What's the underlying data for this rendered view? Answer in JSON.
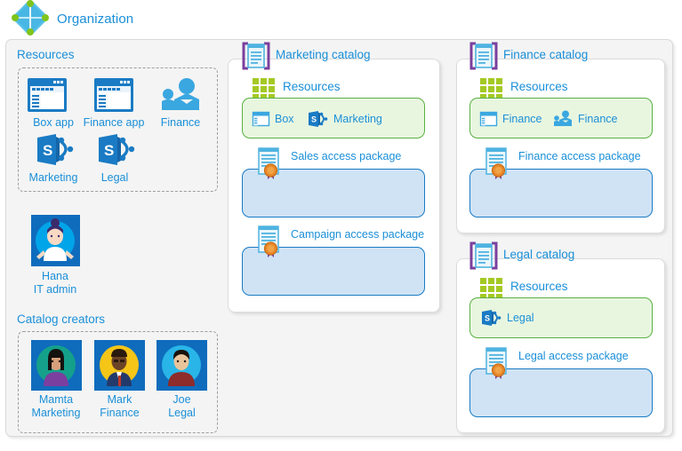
{
  "diagram": {
    "title": "Organization",
    "org_icon": "azure-active-directory-icon"
  },
  "org_resources": {
    "label": "Resources",
    "items": [
      {
        "label": "Box app",
        "icon": "app-window-icon"
      },
      {
        "label": "Finance app",
        "icon": "app-window-icon"
      },
      {
        "label": "Finance",
        "icon": "group-people-icon"
      },
      {
        "label": "Marketing",
        "icon": "sharepoint-icon"
      },
      {
        "label": "Legal",
        "icon": "sharepoint-icon"
      }
    ]
  },
  "it_admin": {
    "name": "Hana",
    "role": "IT admin",
    "icon": "avatar-hana-icon"
  },
  "catalog_creators": {
    "label": "Catalog creators",
    "people": [
      {
        "name": "Mamta",
        "role": "Marketing",
        "icon": "avatar-mamta-icon"
      },
      {
        "name": "Mark",
        "role": "Finance",
        "icon": "avatar-mark-icon"
      },
      {
        "name": "Joe",
        "role": "Legal",
        "icon": "avatar-joe-icon"
      }
    ]
  },
  "catalogs": [
    {
      "title": "Marketing catalog",
      "icon": "catalog-icon",
      "resources_label": "Resources",
      "resources_icon": "grid-green-icon",
      "resources": [
        {
          "label": "Box",
          "icon": "app-window-small-icon"
        },
        {
          "label": "Marketing",
          "icon": "sharepoint-icon"
        }
      ],
      "packages": [
        {
          "label": "Sales access package",
          "icon": "access-package-icon"
        },
        {
          "label": "Campaign access package",
          "icon": "access-package-icon"
        }
      ]
    },
    {
      "title": "Finance catalog",
      "icon": "catalog-icon",
      "resources_label": "Resources",
      "resources_icon": "grid-green-icon",
      "resources": [
        {
          "label": "Finance",
          "icon": "app-window-small-icon"
        },
        {
          "label": "Finance",
          "icon": "group-people-small-icon"
        }
      ],
      "packages": [
        {
          "label": "Finance access package",
          "icon": "access-package-icon"
        }
      ]
    },
    {
      "title": "Legal catalog",
      "icon": "catalog-icon",
      "resources_label": "Resources",
      "resources_icon": "grid-green-icon",
      "resources": [
        {
          "label": "Legal",
          "icon": "sharepoint-icon"
        }
      ],
      "packages": [
        {
          "label": "Legal access package",
          "icon": "access-package-icon"
        }
      ]
    }
  ],
  "colors": {
    "accent_blue": "#1a8fd8",
    "link_blue": "#1a7bc4",
    "green_border": "#59b142",
    "green_fill": "#e8f6e0",
    "package_fill": "#cfe3f5",
    "catalog_purple": "#7a3f9d",
    "badge_orange": "#e8892b",
    "panel_gray": "#f4f4f4"
  }
}
